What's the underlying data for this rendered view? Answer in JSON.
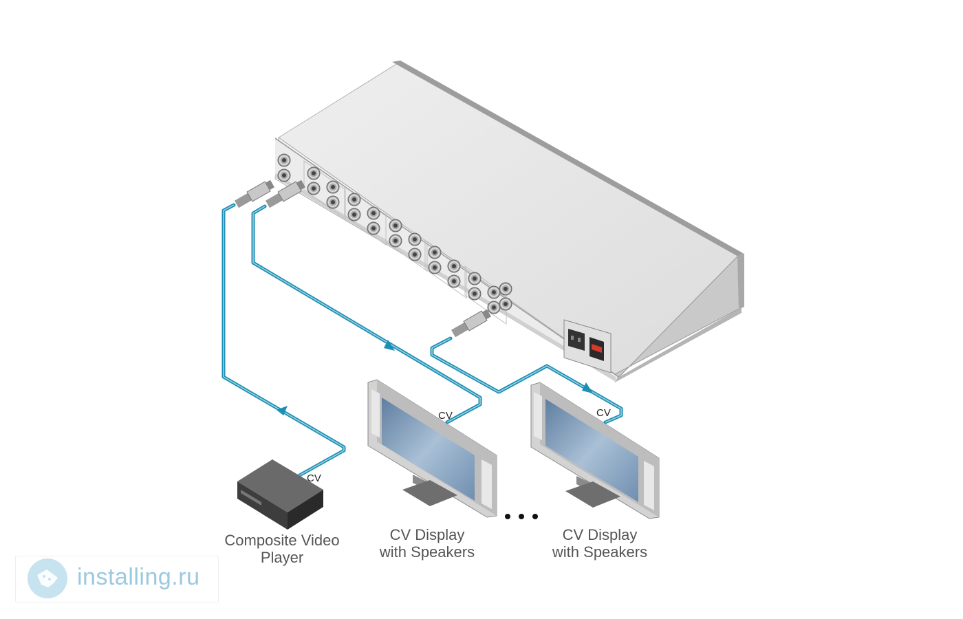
{
  "cable_label": "CV",
  "devices": {
    "player": [
      "Composite Video",
      "Player"
    ],
    "display_left": [
      "CV Display",
      "with Speakers"
    ],
    "display_right": [
      "CV Display",
      "with Speakers"
    ]
  },
  "watermark": "installing.ru",
  "colors": {
    "cable": "#1b8fb5",
    "chassis_top": "#e6e6e6",
    "chassis_front": "#f1f1f1",
    "screen": "#7b9ab8"
  }
}
